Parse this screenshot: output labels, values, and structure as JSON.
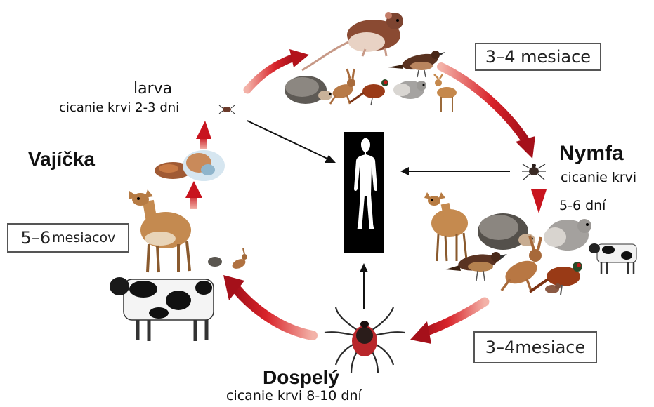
{
  "stages": {
    "larva": {
      "title": "larva",
      "detail": "cicanie krvi 2-3 dni"
    },
    "eggs": {
      "title": "Vajíčka"
    },
    "nymph": {
      "title": "Nymfa",
      "detail_line1": "cicanie krvi",
      "detail_line2": "5-6 dní"
    },
    "adult": {
      "title": "Dospelý",
      "detail": "cicanie krvi 8-10 dní"
    }
  },
  "durations": {
    "larva_to_nymph": "3–4 mesiace",
    "nymph_to_adult": "3–4mesiace",
    "eggs_to_larva_num": "5–6",
    "eggs_to_larva_unit": "mesiacov"
  },
  "colors": {
    "arrow_red": "#c8141e",
    "arrow_dark": "#7a0a10",
    "human_silhouette_bg": "#000000",
    "tick_body": "#b8262a"
  },
  "icons": [
    "mouse-icon",
    "bird-icon",
    "hedgehog-icon",
    "hare-icon",
    "pheasant-icon",
    "squirrel-icon",
    "deer-icon",
    "cow-icon",
    "tick-icon",
    "egg-cluster-icon",
    "human-silhouette-icon"
  ]
}
